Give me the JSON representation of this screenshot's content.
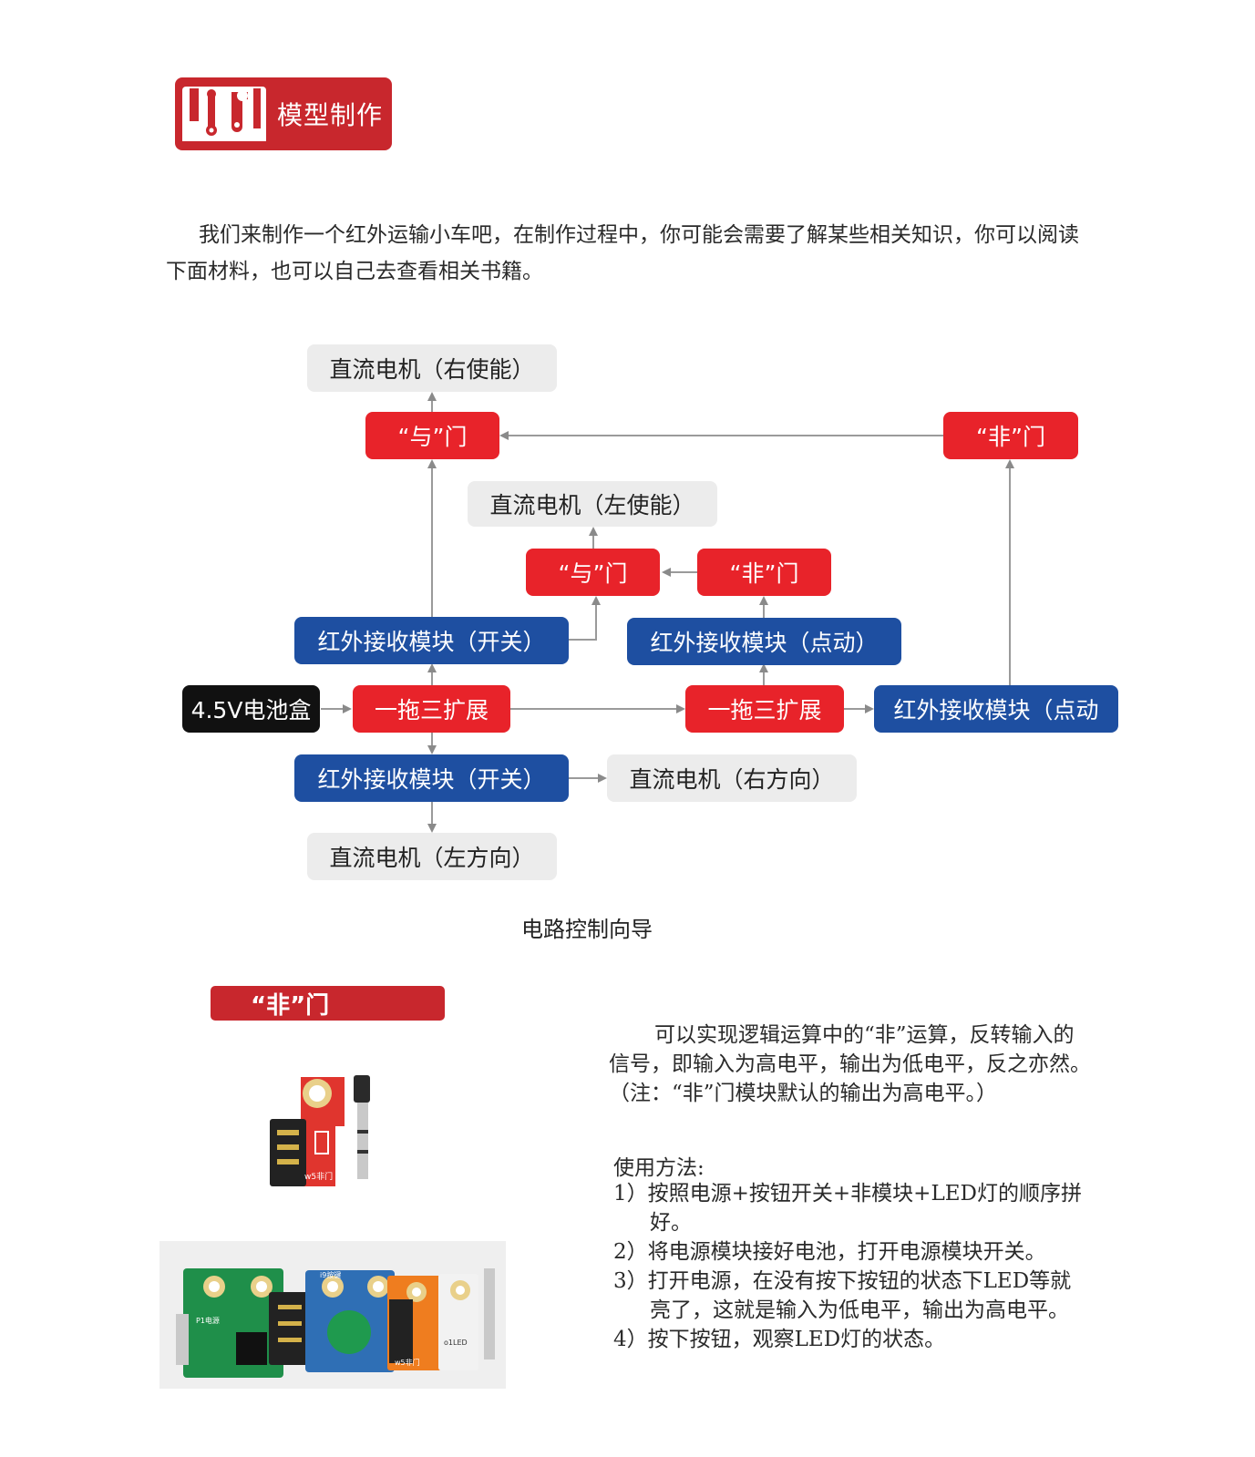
{
  "header": {
    "title": "模型制作"
  },
  "intro": "我们来制作一个红外运输小车吧，在制作过程中，你可能会需要了解某些相关知识，你可以阅读下面材料，也可以自己去查看相关书籍。",
  "diagram": {
    "nodes": {
      "motor_right_enable": "直流电机（右使能）",
      "and_gate_top": "“与”门",
      "not_gate_top": "“非”门",
      "motor_left_enable": "直流电机（左使能）",
      "and_gate_mid": "“与”门",
      "not_gate_mid": "“非”门",
      "ir_switch_top": "红外接收模块（开关）",
      "ir_pulse_mid": "红外接收模块（点动）",
      "battery": "4.5V电池盒",
      "splitter_left": "一拖三扩展",
      "splitter_right": "一拖三扩展",
      "ir_pulse_right": "红外接收模块（点动",
      "ir_switch_bottom": "红外接收模块（开关）",
      "motor_right_dir": "直流电机（右方向）",
      "motor_left_dir": "直流电机（左方向）"
    },
    "caption": "电路控制向导"
  },
  "not_gate_section": {
    "label": "“非”门",
    "description": "可以实现逻辑运算中的“非”运算，反转输入的信号，即输入为高电平，输出为低电平，反之亦然。（注：“非”门模块默认的输出为高电平。）",
    "usage_title": "使用方法:",
    "steps": [
      "1）按照电源+按钮开关+非模块+LED灯的顺序拼好。",
      "2）将电源模块接好电池，打开电源模块开关。",
      "3）打开电源，在没有按下按钮的状态下LED等就亮了，这就是输入为低电平，输出为高电平。",
      "4）按下按钮，观察LED灯的状态。"
    ],
    "pcb_labels": {
      "not_module": "w5非门",
      "power": "P1电源",
      "button": "i9按键",
      "not2": "w5非门",
      "led": "o1LED"
    }
  },
  "colors": {
    "brand_red": "#c8272d",
    "gate_red": "#e8232a",
    "module_blue": "#1e4fa1",
    "motor_gray": "#ececec",
    "battery_black": "#111111"
  }
}
